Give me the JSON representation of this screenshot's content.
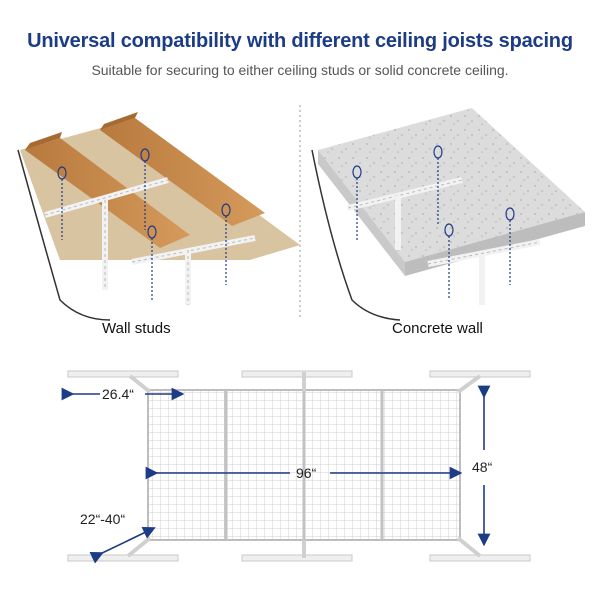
{
  "header": {
    "title": "Universal compatibility with different ceiling joists spacing",
    "subtitle": "Suitable for securing to either ceiling studs or solid concrete ceiling."
  },
  "panels": {
    "left_label": "Wall studs",
    "right_label": "Concrete wall"
  },
  "dimensions": {
    "bracket_length": "26.4“",
    "rack_length": "96“",
    "rack_width": "48“",
    "height_range": "22“-40“"
  },
  "colors": {
    "title": "#1d3c86",
    "arrow": "#1d3c86",
    "joist": "#c98a4a",
    "board": "#d8c4a0",
    "concrete": "#d9d9d9"
  }
}
